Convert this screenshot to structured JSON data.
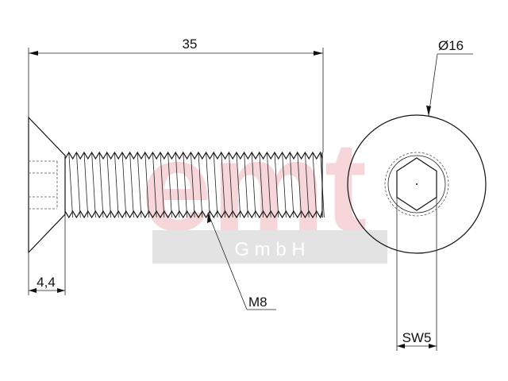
{
  "watermark": {
    "brand": "emt",
    "sub": "G m b H",
    "brand_color": "#f4c9cc",
    "band_color": "#e3e3e3"
  },
  "dimensions": {
    "length": "35",
    "head_height": "4,4",
    "thread": "M8",
    "head_diameter": "Ø16",
    "socket_size": "SW5"
  },
  "colors": {
    "line": "#111111",
    "background": "#ffffff"
  }
}
